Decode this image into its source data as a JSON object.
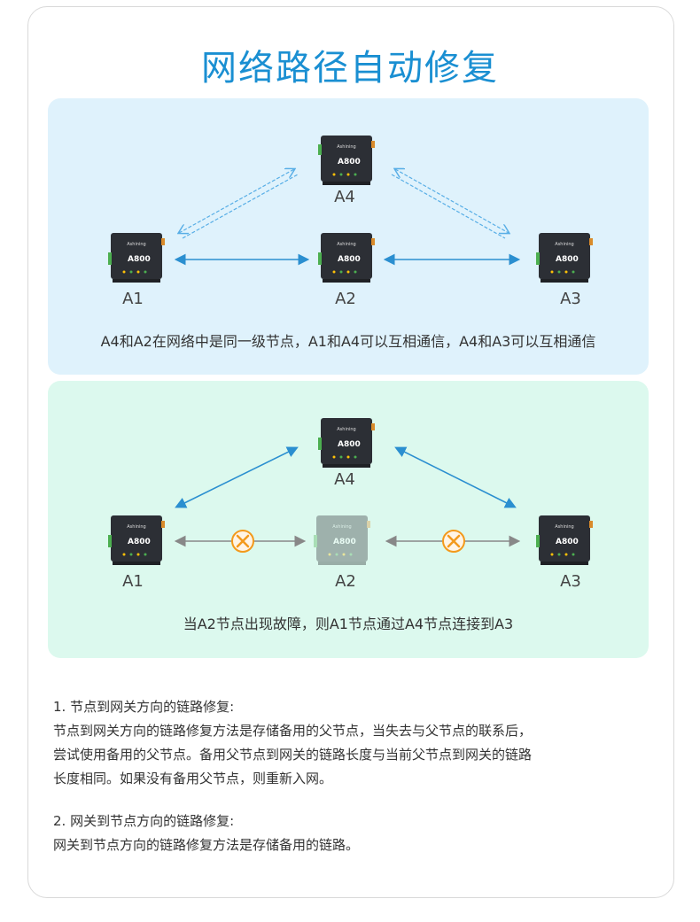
{
  "title": "网络路径自动修复",
  "device_model": "A800",
  "device_brand": "Ashining",
  "panel1": {
    "nodes": [
      "A4",
      "A1",
      "A2",
      "A3"
    ],
    "caption": "A4和A2在网络中是同一级节点，A1和A4可以互相通信，A4和A3可以互相通信"
  },
  "panel2": {
    "nodes": [
      "A4",
      "A1",
      "A2",
      "A3"
    ],
    "caption": "当A2节点出现故障，则A1节点通过A4节点连接到A3"
  },
  "section1": {
    "heading": "1.  节点到网关方向的链路修复:",
    "line1": "节点到网关方向的链路修复方法是存储备用的父节点，当失去与父节点的联系后，",
    "line2": "尝试使用备用的父节点。备用父节点到网关的链路长度与当前父节点到网关的链路",
    "line3": "长度相同。如果没有备用父节点，则重新入网。"
  },
  "section2": {
    "heading": "2.  网关到节点方向的链路修复:",
    "line1": "网关到节点方向的链路修复方法是存储备用的链路。"
  },
  "colors": {
    "title": "#1a8fd2",
    "arrow_blue": "#2b8fd0",
    "arrow_gray": "#888888",
    "fault_orange": "#f39a1c",
    "panel_blue": "#dff2fc",
    "panel_green": "#dcf9ee"
  },
  "icons": [
    "device-icon",
    "fault-x-icon"
  ]
}
